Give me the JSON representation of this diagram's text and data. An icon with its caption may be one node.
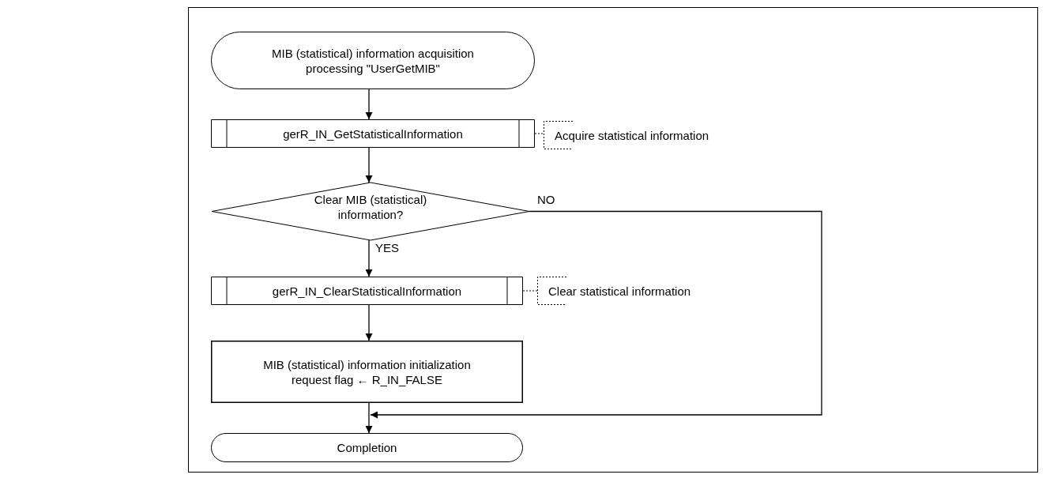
{
  "diagram": {
    "nodes": [
      {
        "text": [
          "MIB (statistical) information acquisition processing \"UserGetMIB\""
        ]
      },
      {
        "text": [
          "gerR_IN_GetStatisticalInformation"
        ]
      },
      {
        "text": [
          "Clear MIB (statistical) information?"
        ]
      },
      {
        "text": [
          "gerR_IN_ClearStatisticalInformation"
        ]
      },
      {
        "text": [
          "MIB (statistical) information initialization request flag ← R_IN_FALSE"
        ]
      },
      {
        "text": [
          "Completion"
        ]
      },
      {
        "text": [
          "Acquire statistical information"
        ]
      },
      {
        "text": [
          "Clear statistical information"
        ]
      }
    ],
    "edges": [
      {
        "from": 0,
        "to": 1,
        "arrow": "to"
      },
      {
        "from": 1,
        "to": 2,
        "arrow": "to"
      },
      {
        "from": 2,
        "to": 3,
        "arrow": "to",
        "label": "YES"
      },
      {
        "from": 3,
        "to": 4,
        "arrow": "to"
      },
      {
        "from": 4,
        "to": 5,
        "arrow": "to"
      },
      {
        "from": 2,
        "to": 5,
        "arrow": "to",
        "label": "NO"
      },
      {
        "from": 1,
        "to": 6,
        "arrow": "none",
        "style": "dashed"
      },
      {
        "from": 3,
        "to": 7,
        "arrow": "none",
        "style": "dashed"
      }
    ]
  }
}
